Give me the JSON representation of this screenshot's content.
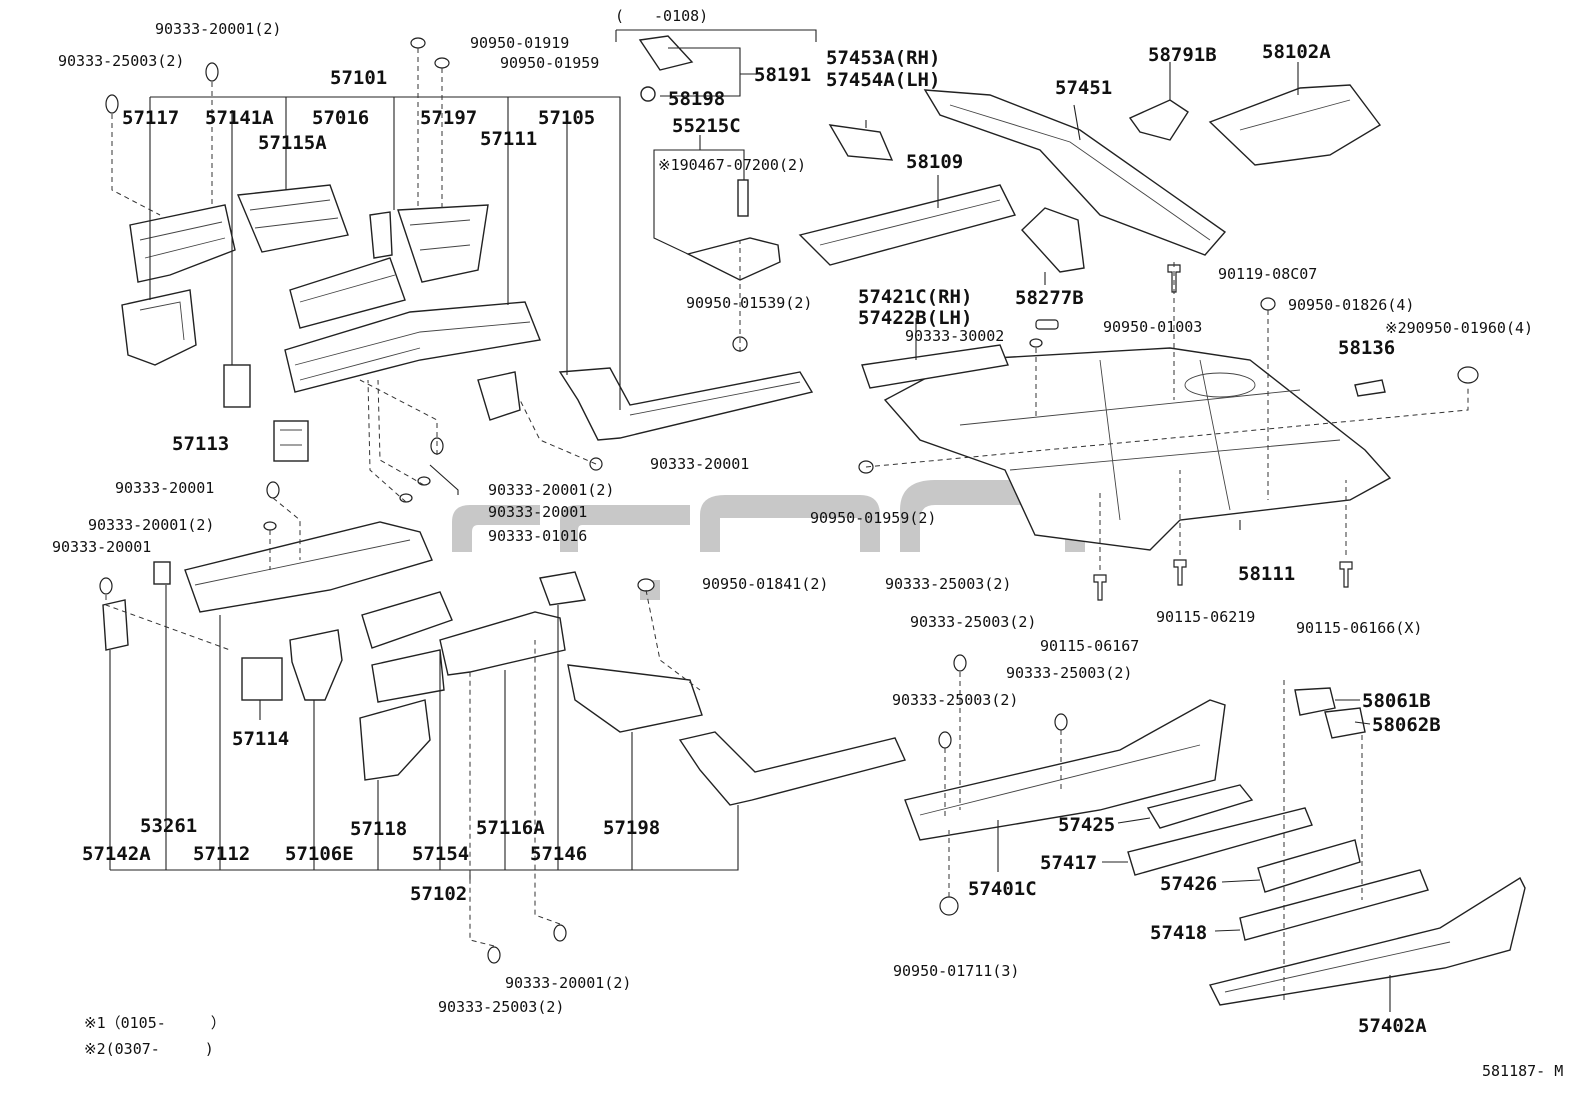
{
  "diagram": {
    "reference_code": "581187- M",
    "notes": [
      "※1（0105-　　　）",
      "※2(0307-　　　)"
    ],
    "date_range": "(　　-0108)",
    "labels": {
      "l_57101": "57101",
      "l_57117": "57117",
      "l_57141A": "57141A",
      "l_57016": "57016",
      "l_57197": "57197",
      "l_57105": "57105",
      "l_57115A": "57115A",
      "l_57111": "57111",
      "l_57113": "57113",
      "l_58191": "58191",
      "l_58198": "58198",
      "l_55215C": "55215C",
      "l_190467": "※190467-07200(2)",
      "l_57453A": "57453A(RH)",
      "l_57454A": "57454A(LH)",
      "l_57451": "57451",
      "l_58791B": "58791B",
      "l_58102A": "58102A",
      "l_58109": "58109",
      "l_58277B": "58277B",
      "l_57421C": "57421C(RH)",
      "l_57422B": "57422B(LH)",
      "l_58136": "58136",
      "l_58111": "58111",
      "l_57114": "57114",
      "l_53261": "53261",
      "l_57142A": "57142A",
      "l_57112": "57112",
      "l_57106E": "57106E",
      "l_57118": "57118",
      "l_57154": "57154",
      "l_57116A": "57116A",
      "l_57146": "57146",
      "l_57198": "57198",
      "l_57102": "57102",
      "l_57401C": "57401C",
      "l_57425": "57425",
      "l_57417": "57417",
      "l_57426": "57426",
      "l_57418": "57418",
      "l_57402A": "57402A",
      "l_58061B": "58061B",
      "l_58062B": "58062B"
    },
    "fasteners": {
      "f_a": "90333-20001(2)",
      "f_b": "90333-25003(2)",
      "f_c": "90950-01919",
      "f_d": "90950-01959",
      "f_e": "90950-01539(2)",
      "f_f": "90333-20001",
      "f_g": "90333-20001",
      "f_h": "90333-20001(2)",
      "f_i": "90333-20001",
      "f_j": "90333-01016",
      "f_k": "90333-20001(2)",
      "f_l": "90333-20001",
      "f_m": "90950-01841(2)",
      "f_n": "90333-25003(2)",
      "f_o": "90119-08C07",
      "f_p": "90950-01826(4)",
      "f_q": "※290950-01960(4)",
      "f_r": "90333-30002",
      "f_s": "90950-01003",
      "f_t": "90950-01959(2)",
      "f_u": "90115-06219",
      "f_v": "90115-06167",
      "f_w": "90115-06166(X)",
      "f_x": "90333-25003(2)",
      "f_y": "90333-25003(2)",
      "f_z": "90333-25003(2)",
      "f_aa": "90950-01711(3)",
      "f_ab": "90333-20001(2)",
      "f_ac": "90333-25003(2)"
    }
  }
}
